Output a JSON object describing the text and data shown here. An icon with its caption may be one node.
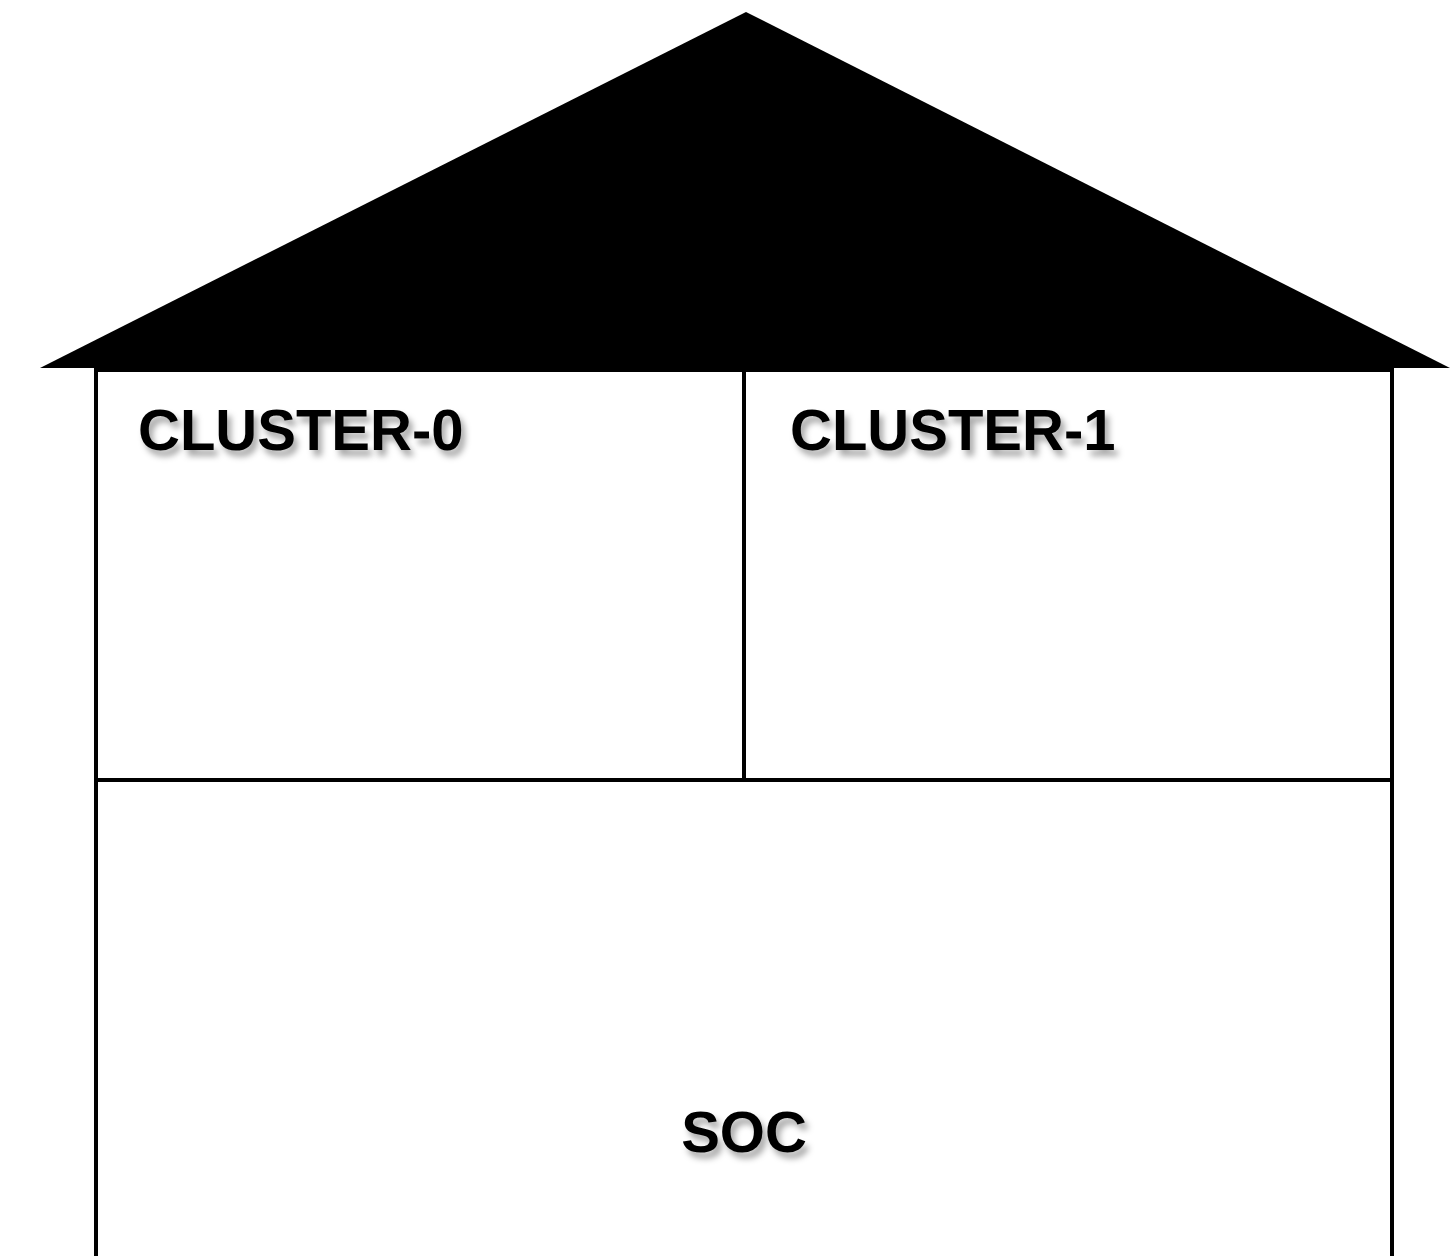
{
  "diagram": {
    "nodes": [
      {
        "text": [
          "CLUSTER-0"
        ]
      },
      {
        "text": [
          "CLUSTER-1"
        ]
      },
      {
        "text": [
          "SOC"
        ]
      }
    ],
    "edges": []
  }
}
